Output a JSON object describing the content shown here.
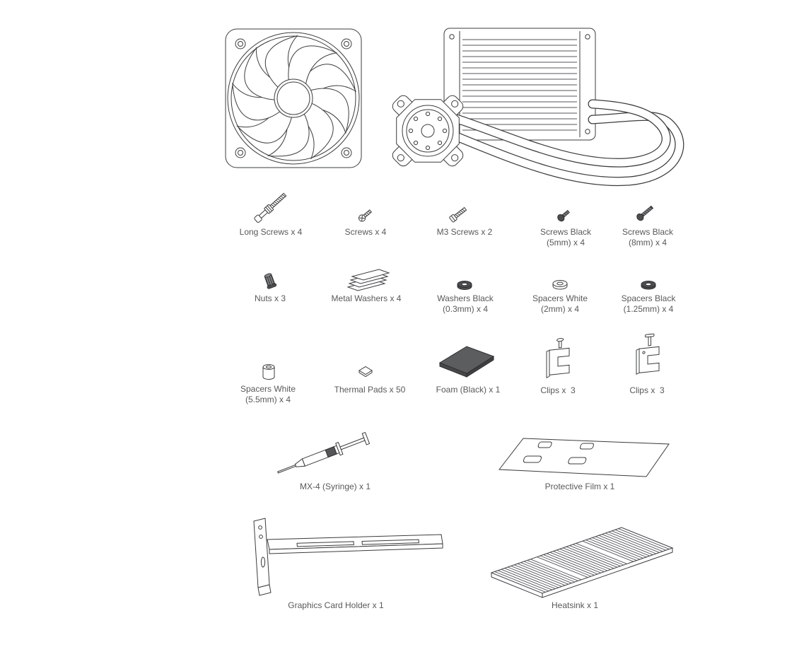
{
  "page": {
    "background": "#ffffff"
  },
  "illustrations": [
    {
      "name": "cooling-fan-120mm"
    },
    {
      "name": "radiator-with-pump-and-tubes"
    }
  ],
  "parts": [
    {
      "name": "long-screws",
      "label": "Long Screws x 4"
    },
    {
      "name": "screws",
      "label": "Screws x 4"
    },
    {
      "name": "m3-screws",
      "label": "M3 Screws x 2"
    },
    {
      "name": "screws-black-5mm",
      "label": "Screws Black\n(5mm) x 4"
    },
    {
      "name": "screws-black-8mm",
      "label": "Screws Black\n(8mm) x 4"
    },
    {
      "name": "nuts",
      "label": "Nuts x 3"
    },
    {
      "name": "metal-washers",
      "label": "Metal Washers x 4"
    },
    {
      "name": "washers-black-03mm",
      "label": "Washers Black\n(0.3mm) x 4"
    },
    {
      "name": "spacers-white-2mm",
      "label": "Spacers White\n(2mm) x 4"
    },
    {
      "name": "spacers-black-125mm",
      "label": "Spacers Black\n(1.25mm) x 4"
    },
    {
      "name": "spacers-white-55mm",
      "label": "Spacers White\n(5.5mm) x 4"
    },
    {
      "name": "thermal-pads",
      "label": "Thermal Pads x 50"
    },
    {
      "name": "foam-black",
      "label": "Foam (Black) x 1"
    },
    {
      "name": "clips-a",
      "label": "Clips x  3"
    },
    {
      "name": "clips-b",
      "label": "Clips x  3"
    },
    {
      "name": "mx4-syringe",
      "label": "MX-4 (Syringe) x 1"
    },
    {
      "name": "protective-film",
      "label": "Protective Film x 1"
    },
    {
      "name": "graphics-card-holder",
      "label": "Graphics Card Holder x 1"
    },
    {
      "name": "heatsink",
      "label": "Heatsink x 1"
    }
  ],
  "colors": {
    "line": "#3b3c3e",
    "label_text": "#58595b",
    "dark_part_fill": "#4d4e50",
    "foam_fill": "#5c5d5f"
  }
}
